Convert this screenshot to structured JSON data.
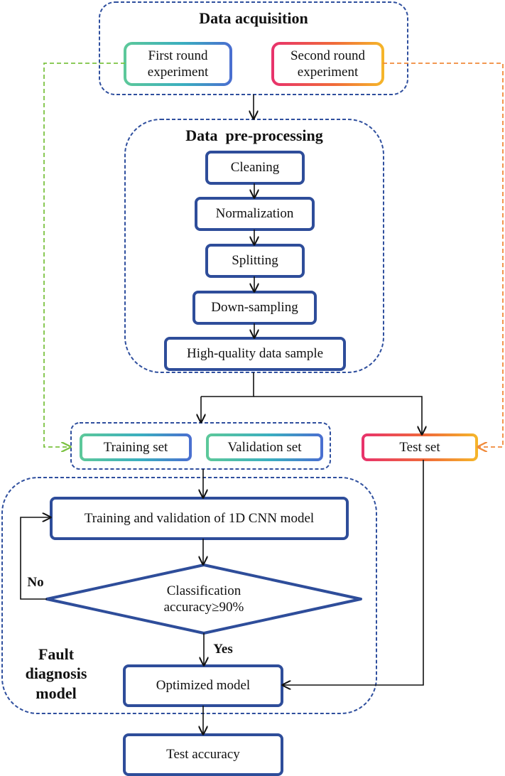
{
  "diagram": {
    "acquisition": {
      "title": "Data acquisition",
      "first_round": [
        "First round",
        "experiment"
      ],
      "second_round": [
        "Second round",
        "experiment"
      ]
    },
    "preprocessing": {
      "title": "Data  pre-processing",
      "steps": [
        "Cleaning",
        "Normalization",
        "Splitting",
        "Down-sampling",
        "High-quality data sample"
      ]
    },
    "datasets": {
      "training": "Training set",
      "validation": "Validation set",
      "test": "Test set"
    },
    "model": {
      "title_lines": [
        "Fault",
        "diagnosis",
        "model"
      ],
      "training_step": "Training and validation of 1D CNN model",
      "decision_lines": [
        "Classification",
        "accuracy≥90%"
      ],
      "no_label": "No",
      "yes_label": "Yes",
      "optimized": "Optimized model"
    },
    "final": "Test accuracy"
  },
  "colors": {
    "dashed_group": "#2f4f9e",
    "box_border": "#2e4d9a",
    "arrow": "#111111",
    "green_dash": "#7cc242",
    "orange_dash": "#f08a3a",
    "teal_grad": [
      "#5cc89a",
      "#3aaec0",
      "#4a6fd0"
    ],
    "warm_grad": [
      "#e8336b",
      "#f06a3a",
      "#f5b52a"
    ]
  }
}
